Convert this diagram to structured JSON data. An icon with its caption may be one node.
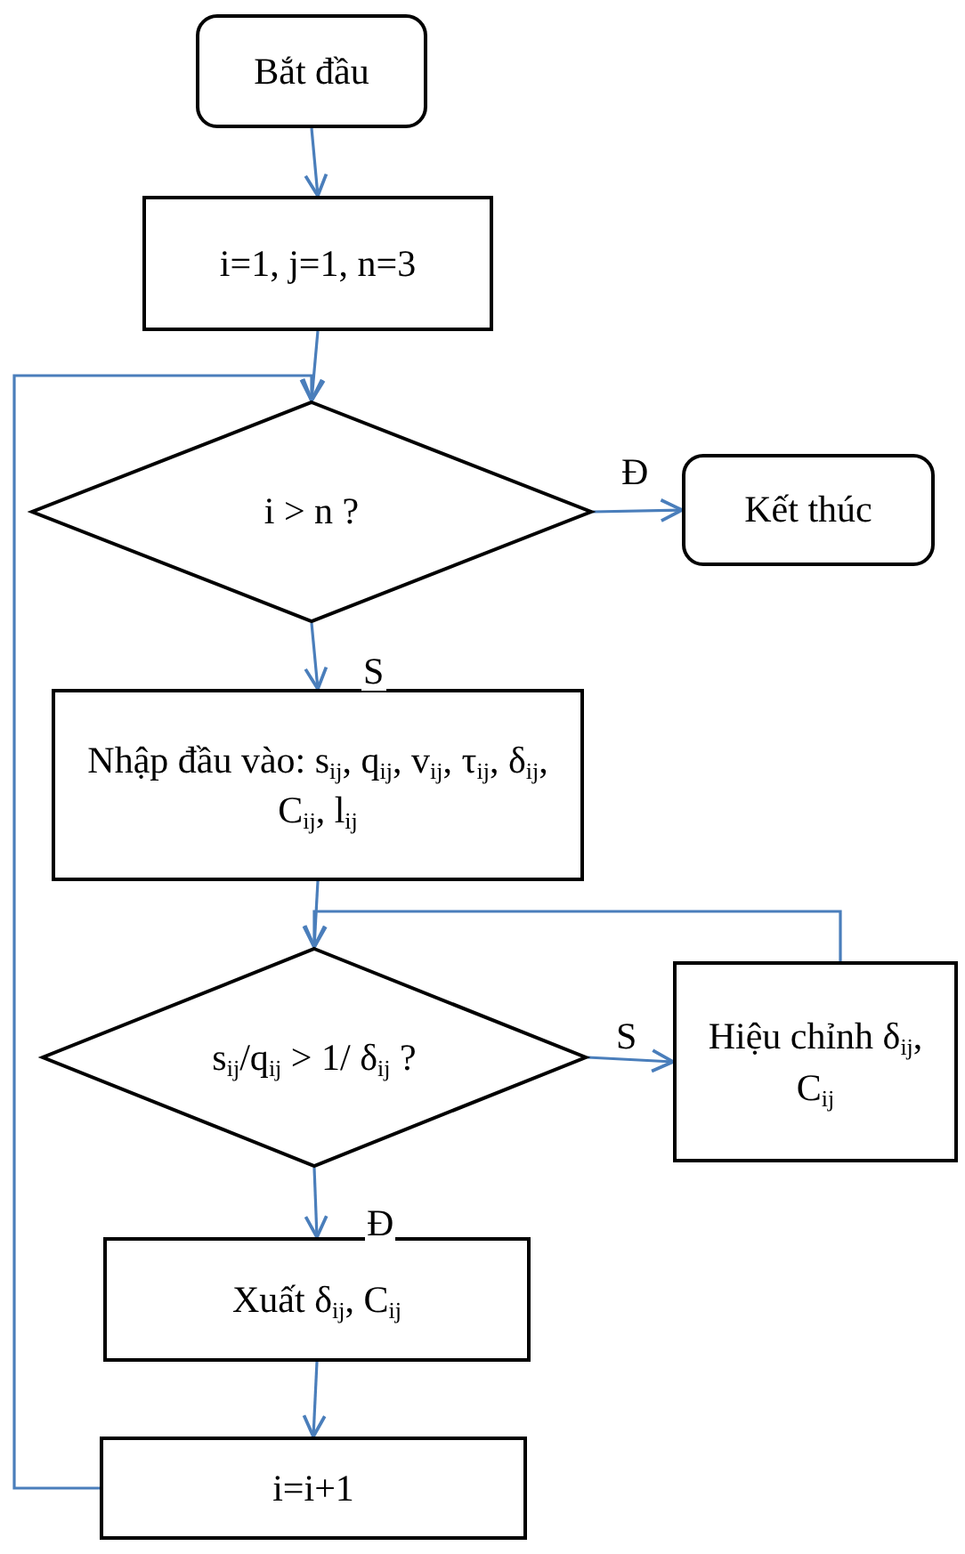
{
  "diagram": {
    "nodes": [
      {
        "text": [
          "Bắt đầu"
        ]
      },
      {
        "text": [
          "i=1, j=1, n=3"
        ]
      },
      {
        "text": [
          "i > n ?"
        ]
      },
      {
        "text": [
          "Kết thúc"
        ]
      },
      {
        "text": [
          "Nhập đầu vào: s$_{ij}$, q$_{ij}$, v$_{ij}$, τ$_{ij}$, δ$_{ij}$, C$_{ij}$, l$_{ij}$"
        ]
      },
      {
        "text": [
          "s$_{ij}$/q$_{ij}$ > 1/ δ$_{ij}$ ?"
        ]
      },
      {
        "text": [
          "Hiệu chỉnh δ$_{ij}$, C$_{ij}$"
        ]
      },
      {
        "text": [
          "Xuất δ$_{ij}$, C$_{ij}$"
        ]
      },
      {
        "text": [
          "i=i+1"
        ]
      }
    ],
    "edges": [
      {
        "from": 0,
        "to": 1,
        "arrow": "to"
      },
      {
        "from": 1,
        "to": 2,
        "arrow": "to"
      },
      {
        "from": 2,
        "to": 3,
        "arrow": "to",
        "label": "Đ"
      },
      {
        "from": 2,
        "to": 4,
        "arrow": "to",
        "label": "S"
      },
      {
        "from": 4,
        "to": 5,
        "arrow": "to"
      },
      {
        "from": 5,
        "to": 6,
        "arrow": "to",
        "label": "S"
      },
      {
        "from": 6,
        "to": 5,
        "arrow": "to"
      },
      {
        "from": 5,
        "to": 7,
        "arrow": "to",
        "label": "Đ"
      },
      {
        "from": 7,
        "to": 8,
        "arrow": "to"
      },
      {
        "from": 8,
        "to": 2,
        "arrow": "to"
      }
    ]
  }
}
